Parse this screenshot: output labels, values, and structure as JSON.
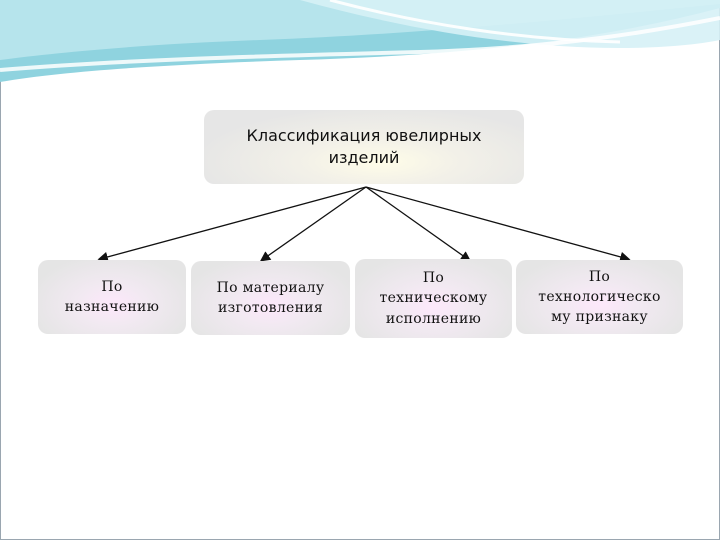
{
  "diagram": {
    "root": {
      "label_line1": "Классификация ювелирных",
      "label_line2": "изделий"
    },
    "children": [
      {
        "line1": "По",
        "line2": "назначению",
        "line3": ""
      },
      {
        "line1": "По материалу",
        "line2": "изготовления",
        "line3": ""
      },
      {
        "line1": "По",
        "line2": "техническому",
        "line3": "исполнению"
      },
      {
        "line1": "По",
        "line2": "технологическо",
        "line3": "му признаку"
      }
    ]
  },
  "colors": {
    "wave_main": "#8fd3df",
    "wave_light": "#c8ecf2",
    "box_fill": "#ebebeb",
    "child_glow": "#fde8fb",
    "root_glow": "#fffde8",
    "arrow": "#111111"
  }
}
